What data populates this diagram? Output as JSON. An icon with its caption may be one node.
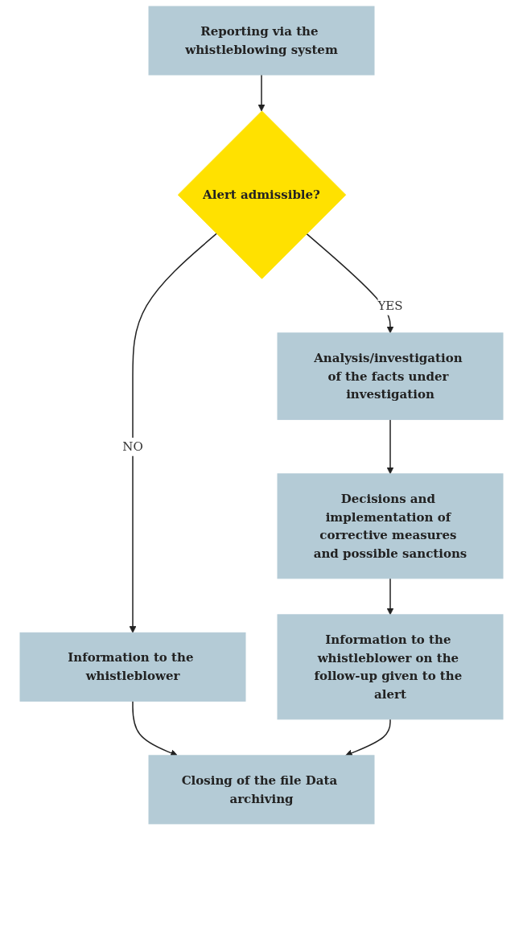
{
  "diagram": {
    "nodes": [
      {
        "text": [
          "Reporting via the whistleblowing system"
        ]
      },
      {
        "text": [
          "Alert admissible?"
        ]
      },
      {
        "text": [
          "Analysis/investigation of the facts under investigation"
        ]
      },
      {
        "text": [
          "Information to the whistleblower"
        ]
      },
      {
        "text": [
          "Decisions and implementation of corrective measures and possible sanctions"
        ]
      },
      {
        "text": [
          "Closing of the file Data archiving"
        ]
      },
      {
        "text": [
          "Information to the whistleblower on the follow-up given to the alert"
        ]
      }
    ],
    "edges": [
      {
        "from": 0,
        "to": 1,
        "arrow": "to"
      },
      {
        "from": 1,
        "to": 2,
        "arrow": "to",
        "label": "YES"
      },
      {
        "from": 1,
        "to": 3,
        "arrow": "to",
        "label": "NO"
      },
      {
        "from": 2,
        "to": 4,
        "arrow": "to"
      },
      {
        "from": 3,
        "to": 5,
        "arrow": "to"
      },
      {
        "from": 4,
        "to": 6,
        "arrow": "to"
      },
      {
        "from": 6,
        "to": 5,
        "arrow": "to"
      }
    ]
  }
}
